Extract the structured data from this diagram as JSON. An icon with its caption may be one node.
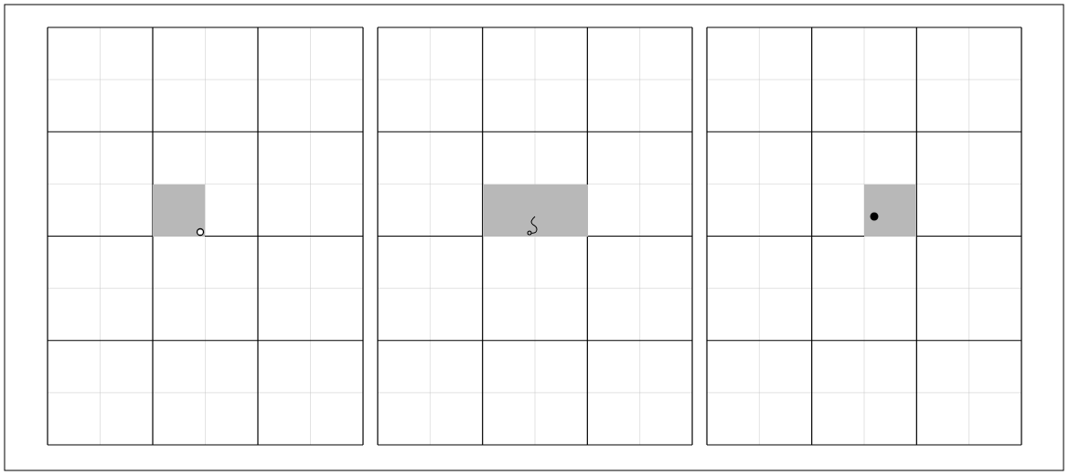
{
  "diagram": {
    "nodes": [
      {
        "text": [],
        "shape": "grid"
      },
      {
        "text": [],
        "shape": "box",
        "in": 0
      },
      {
        "text": [],
        "shape": "circle",
        "in": 1
      },
      {
        "text": [],
        "shape": "grid"
      },
      {
        "text": [],
        "shape": "box",
        "in": 3
      },
      {
        "text": [],
        "shape": "curve",
        "in": 4
      },
      {
        "text": [],
        "shape": "grid"
      },
      {
        "text": [],
        "shape": "box",
        "in": 6
      },
      {
        "text": [],
        "shape": "dot",
        "in": 7
      }
    ]
  }
}
